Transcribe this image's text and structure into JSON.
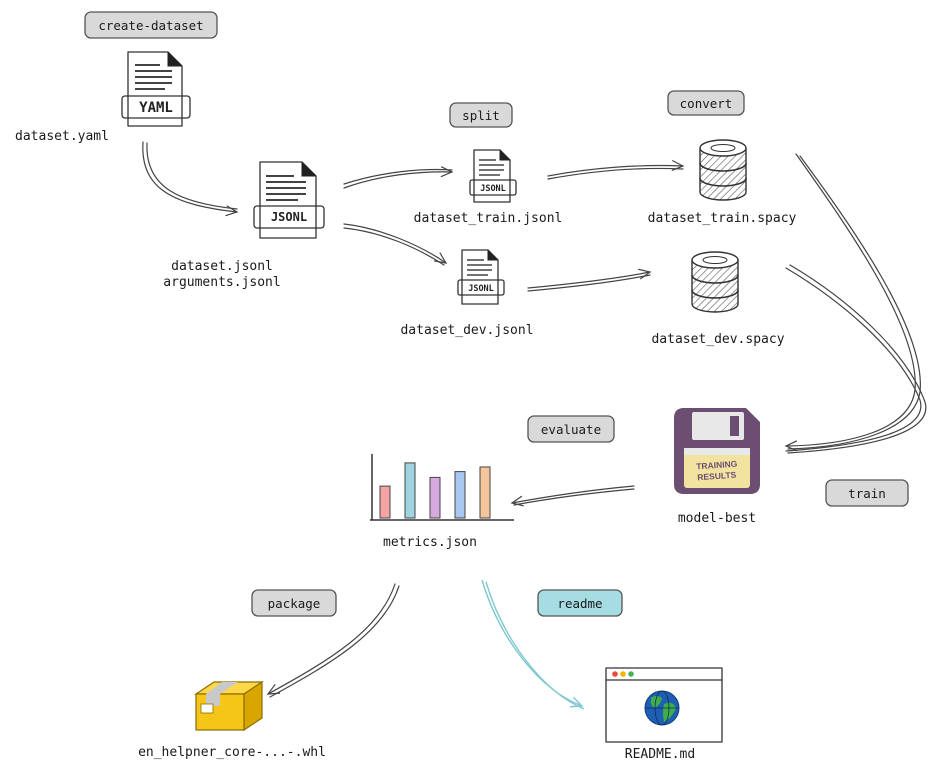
{
  "stages": {
    "create_dataset": "create-dataset",
    "split": "split",
    "convert": "convert",
    "evaluate": "evaluate",
    "train": "train",
    "package": "package",
    "readme": "readme"
  },
  "files": {
    "dataset_yaml": "dataset.yaml",
    "dataset_jsonl": "dataset.jsonl",
    "arguments_jsonl": "arguments.jsonl",
    "dataset_train_jsonl": "dataset_train.jsonl",
    "dataset_dev_jsonl": "dataset_dev.jsonl",
    "dataset_train_spacy": "dataset_train.spacy",
    "dataset_dev_spacy": "dataset_dev.spacy",
    "model_best": "model-best",
    "metrics_json": "metrics.json",
    "wheel": "en_helpner_core-...-.whl",
    "readme_md": "README.md"
  },
  "icon_tags": {
    "yaml": "YAML",
    "jsonl": "JSONL",
    "training": "TRAINING",
    "results": "RESULTS"
  },
  "colors": {
    "stage_box": "#d9d9d9",
    "readme_box": "#a6dde3",
    "floppy": "#6b4e71",
    "floppy_label": "#f3e3a0",
    "package": "#f5c518",
    "readme_arrow": "#7fc8d0",
    "bar_colors": [
      "#f4a4a4",
      "#9fd4e0",
      "#d8a8e0",
      "#a8c8f0",
      "#f4c49a"
    ]
  },
  "chart_data": {
    "type": "bar",
    "categories": [
      "",
      "",
      "",
      "",
      ""
    ],
    "values": [
      0.55,
      0.95,
      0.7,
      0.8,
      0.88
    ],
    "ylim": [
      0,
      1.2
    ]
  }
}
